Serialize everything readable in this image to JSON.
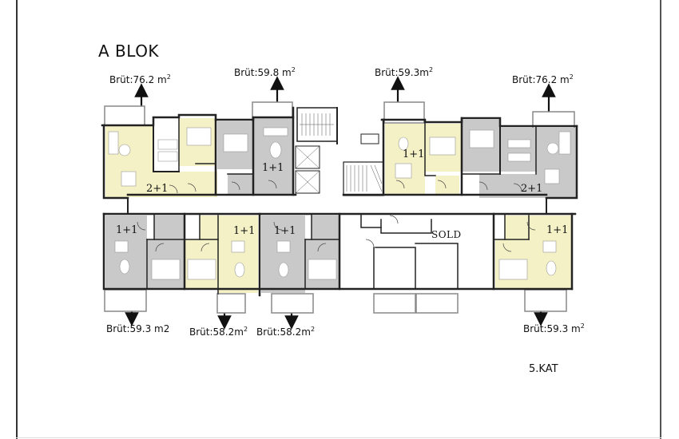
{
  "title": "A BLOK",
  "floor": "5.KAT",
  "sold_label": "SOLD",
  "area_labels": {
    "top_1": {
      "text": "Brüt:76.2 m",
      "sup": "2"
    },
    "top_2": {
      "text": "Brüt:59.8 m",
      "sup": "2"
    },
    "top_3": {
      "text": "Brüt:59.3m",
      "sup": "2"
    },
    "top_4": {
      "text": "Brüt:76.2 m",
      "sup": "2"
    },
    "bottom_1": {
      "text": "Brüt:59.3 m2",
      "sup": ""
    },
    "bottom_2": {
      "text": "Brüt:58.2m",
      "sup": "2"
    },
    "bottom_3": {
      "text": "Brüt:58.2m",
      "sup": "2"
    },
    "bottom_4": {
      "text": "Brüt:59.3 m",
      "sup": "2"
    }
  },
  "units": [
    {
      "id": "top-left",
      "type": "2+1",
      "area": "Brüt:76.2 m²",
      "color": "#f4f1c6"
    },
    {
      "id": "top-mid-left",
      "type": "1+1",
      "area": "Brüt:59.8 m²",
      "color": "#c9c9c9"
    },
    {
      "id": "top-mid-right",
      "type": "1+1",
      "area": "Brüt:59.3 m²",
      "color": "#f4f1c6"
    },
    {
      "id": "top-right",
      "type": "2+1",
      "area": "Brüt:76.2 m²",
      "color": "#c9c9c9"
    },
    {
      "id": "bottom-left",
      "type": "1+1",
      "area": "Brüt:59.3 m2",
      "color": "#c9c9c9"
    },
    {
      "id": "bottom-mid-left",
      "type": "1+1",
      "area": "Brüt:58.2 m²",
      "color": "#f4f1c6"
    },
    {
      "id": "bottom-mid",
      "type": "1+1",
      "area": "Brüt:58.2 m²",
      "color": "#c9c9c9"
    },
    {
      "id": "bottom-sold",
      "type": "SOLD",
      "area": "",
      "color": "#ffffff"
    },
    {
      "id": "bottom-right",
      "type": "1+1",
      "area": "Brüt:59.3 m²",
      "color": "#f4f1c6"
    }
  ],
  "unit_types": {
    "u1": "2+1",
    "u2": "1+1",
    "u3": "1+1",
    "u4": "2+1",
    "u5": "1+1",
    "u6": "1+1",
    "u7": "1+1",
    "u9": "1+1"
  },
  "colors": {
    "yellow_unit": "#f4f1c6",
    "gray_unit": "#c9c9c9",
    "wall": "#222222",
    "text": "#111111"
  }
}
